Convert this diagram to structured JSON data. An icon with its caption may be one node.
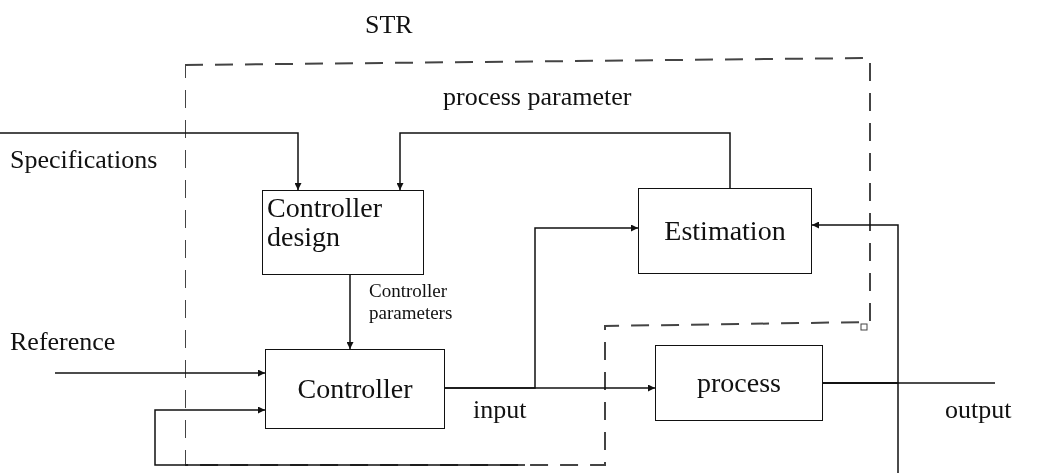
{
  "diagram": {
    "nodes": [
      {
        "text": [
          "STR"
        ]
      },
      {
        "text": [
          "Controller design"
        ],
        "in": 0
      },
      {
        "text": [
          "Estimation"
        ],
        "in": 0
      },
      {
        "text": [
          "Controller"
        ],
        "in": 0
      },
      {
        "text": [
          "process"
        ]
      }
    ],
    "edges": [
      {
        "from": null,
        "to": 1,
        "arrow": "to",
        "label": "Specifications"
      },
      {
        "from": 2,
        "to": 1,
        "arrow": "to",
        "label": "process parameter"
      },
      {
        "from": 1,
        "to": 3,
        "arrow": "to",
        "label": "Controller parameters"
      },
      {
        "from": null,
        "to": 3,
        "arrow": "to",
        "label": "Reference"
      },
      {
        "from": 3,
        "to": 4,
        "arrow": "to",
        "label": "input"
      },
      {
        "from": 3,
        "to": 2,
        "arrow": "to"
      },
      {
        "from": 4,
        "to": null,
        "arrow": "none",
        "label": "output"
      },
      {
        "from": 4,
        "to": 2,
        "arrow": "to"
      },
      {
        "from": 4,
        "to": null,
        "arrow": "none"
      },
      {
        "from": null,
        "to": 3,
        "arrow": "to"
      }
    ]
  }
}
